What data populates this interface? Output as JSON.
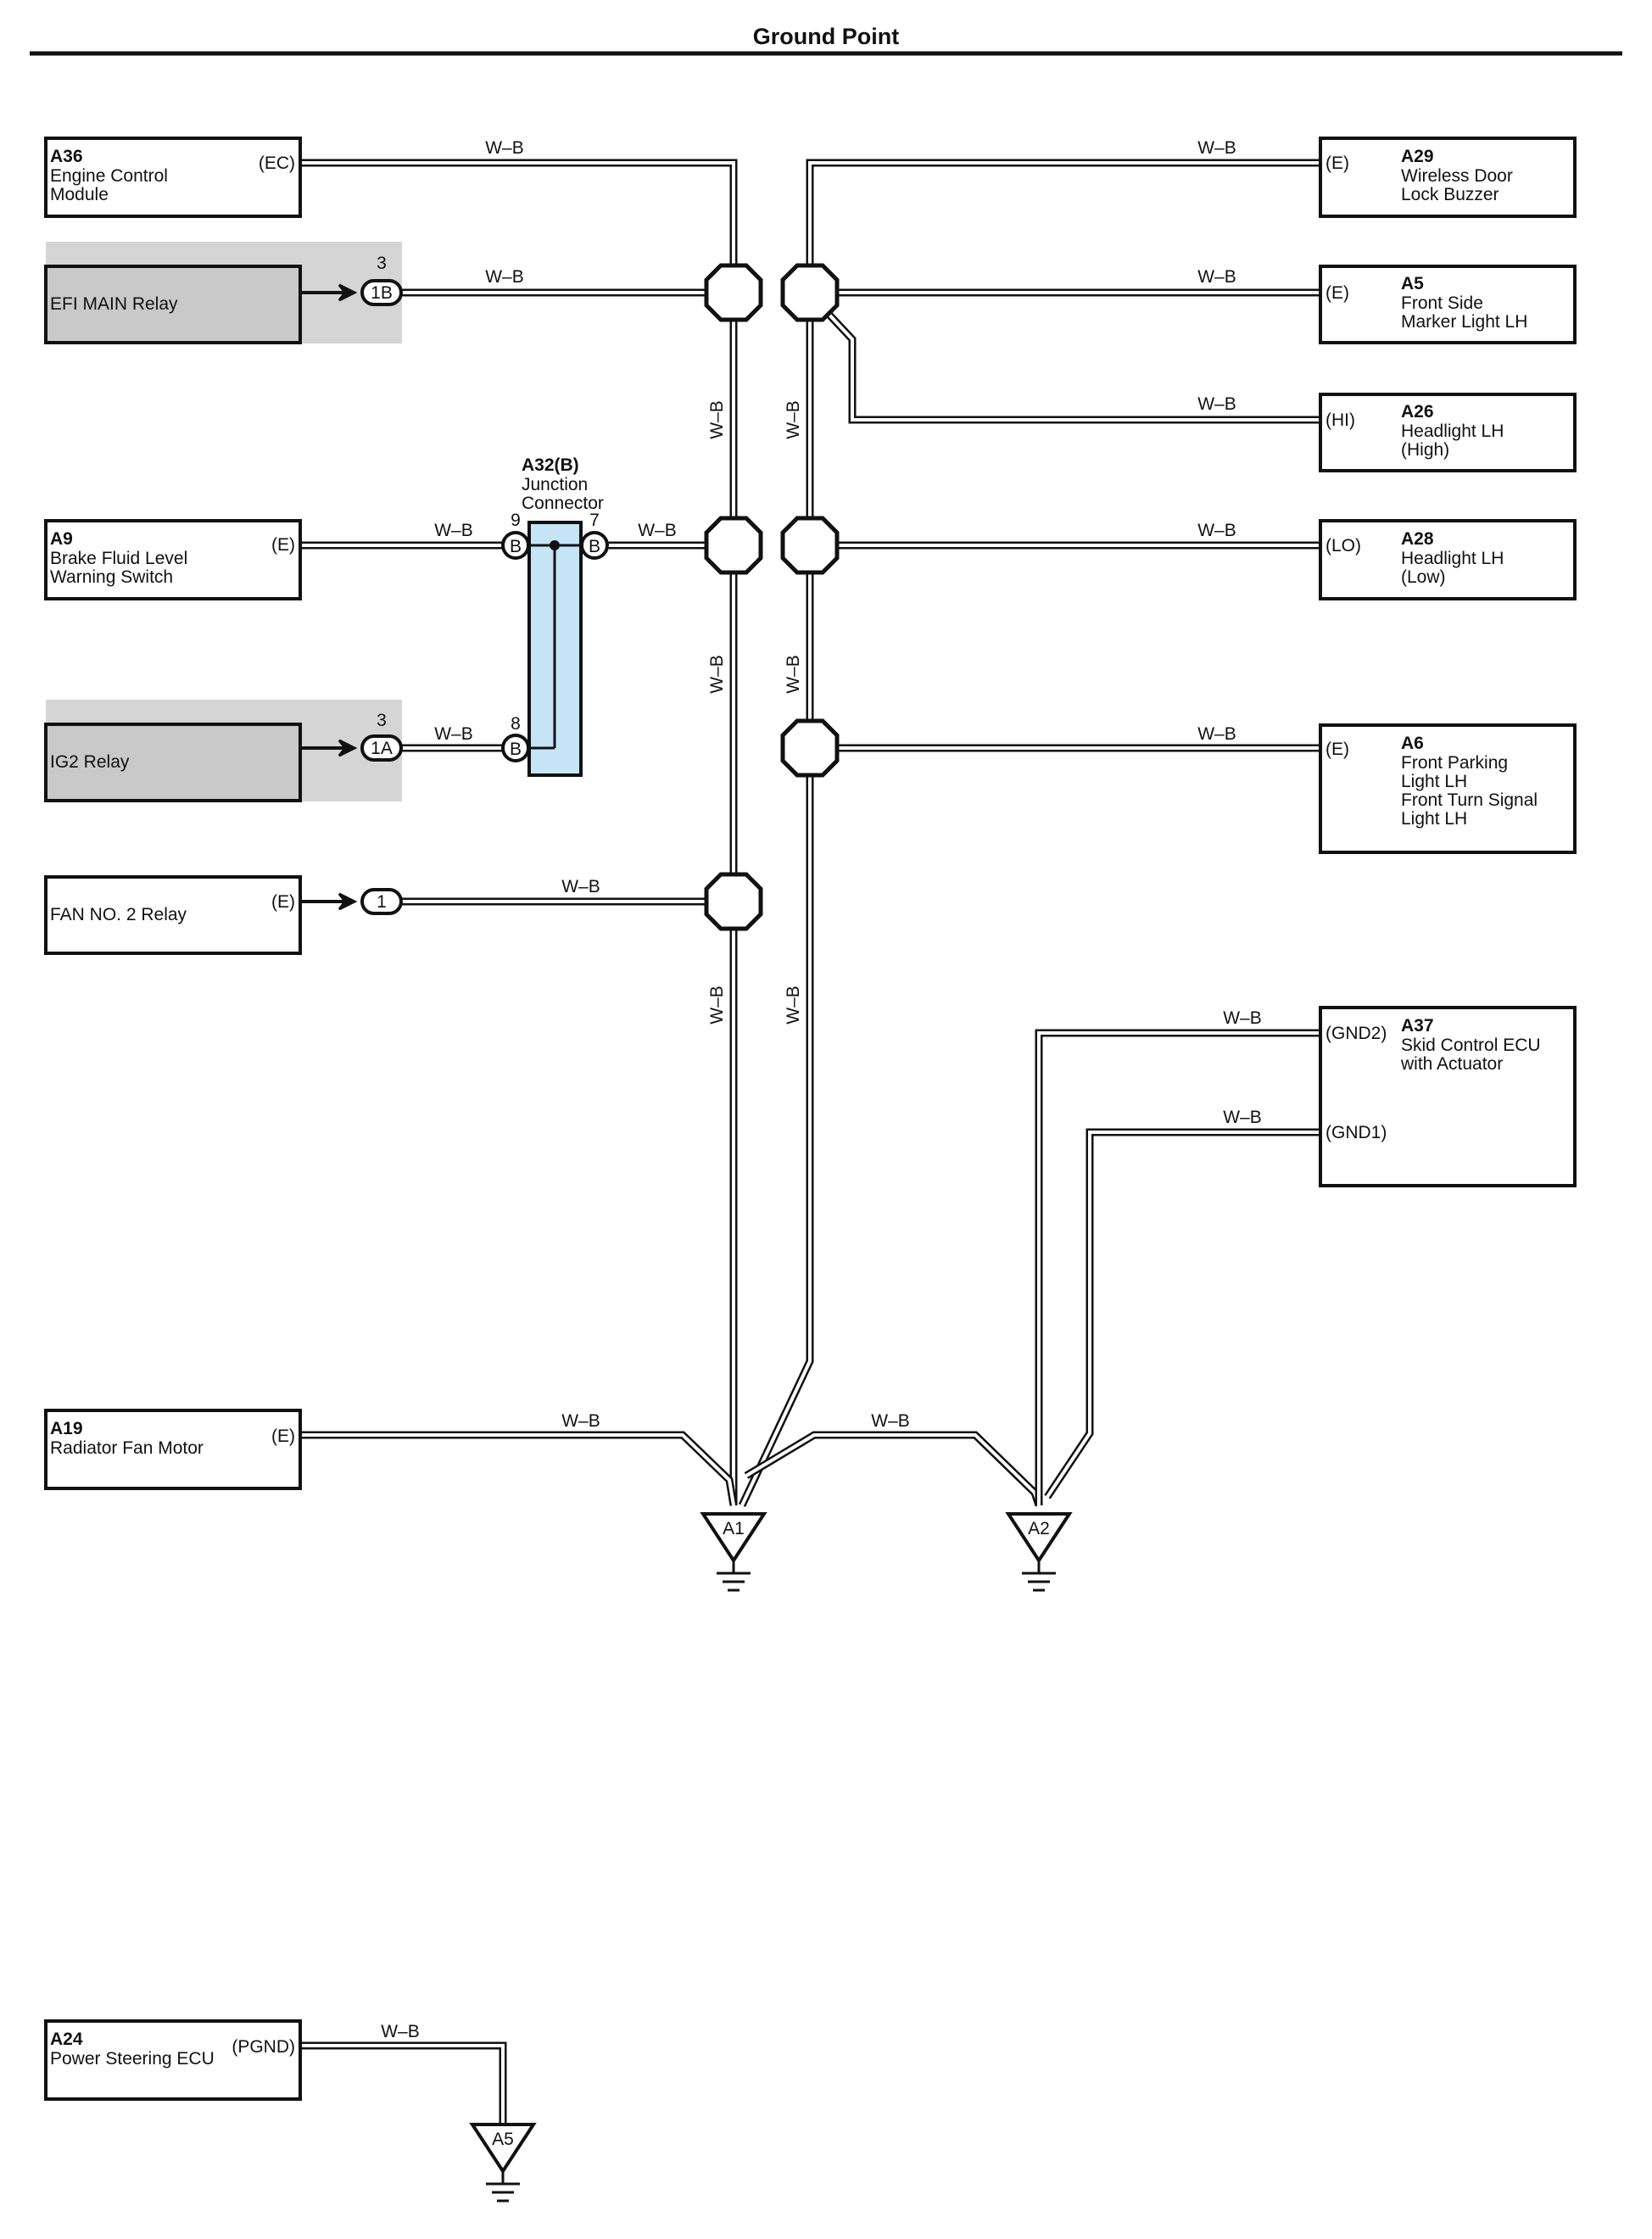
{
  "title": "Ground Point",
  "wire_color": "W–B",
  "components": {
    "a36": {
      "code": "A36",
      "name1": "Engine Control",
      "name2": "Module",
      "terminal": "(EC)"
    },
    "efi": {
      "name": "EFI MAIN Relay",
      "pin": "3",
      "conn": "1B"
    },
    "a9": {
      "code": "A9",
      "name1": "Brake Fluid Level",
      "name2": "Warning Switch",
      "terminal": "(E)"
    },
    "ig2": {
      "name": "IG2 Relay",
      "pin": "3",
      "conn": "1A"
    },
    "fan2": {
      "name": "FAN NO. 2 Relay",
      "terminal": "(E)",
      "conn": "1"
    },
    "a19": {
      "code": "A19",
      "name1": "Radiator Fan Motor",
      "terminal": "(E)"
    },
    "a24": {
      "code": "A24",
      "name1": "Power Steering ECU",
      "terminal": "(PGND)"
    },
    "a29": {
      "code": "A29",
      "name1": "Wireless Door",
      "name2": "Lock Buzzer",
      "terminal": "(E)"
    },
    "a5": {
      "code": "A5",
      "name1": "Front Side",
      "name2": "Marker Light LH",
      "terminal": "(E)"
    },
    "a26": {
      "code": "A26",
      "name1": "Headlight LH",
      "name2": "(High)",
      "terminal": "(HI)"
    },
    "a28": {
      "code": "A28",
      "name1": "Headlight LH",
      "name2": "(Low)",
      "terminal": "(LO)"
    },
    "a6": {
      "code": "A6",
      "name1": "Front Parking",
      "name2": "Light LH",
      "name3": "Front Turn Signal",
      "name4": "Light LH",
      "terminal": "(E)"
    },
    "a37": {
      "code": "A37",
      "name1": "Skid Control ECU",
      "name2": "with Actuator",
      "terminal1": "(GND2)",
      "terminal2": "(GND1)"
    }
  },
  "junction": {
    "code": "A32(B)",
    "name1": "Junction",
    "name2": "Connector",
    "pin_left_top": "9",
    "pin_right_top": "7",
    "pin_left_bottom": "8",
    "pin_label": "B"
  },
  "grounds": {
    "g1": "A1",
    "g2": "A2",
    "g5": "A5"
  }
}
